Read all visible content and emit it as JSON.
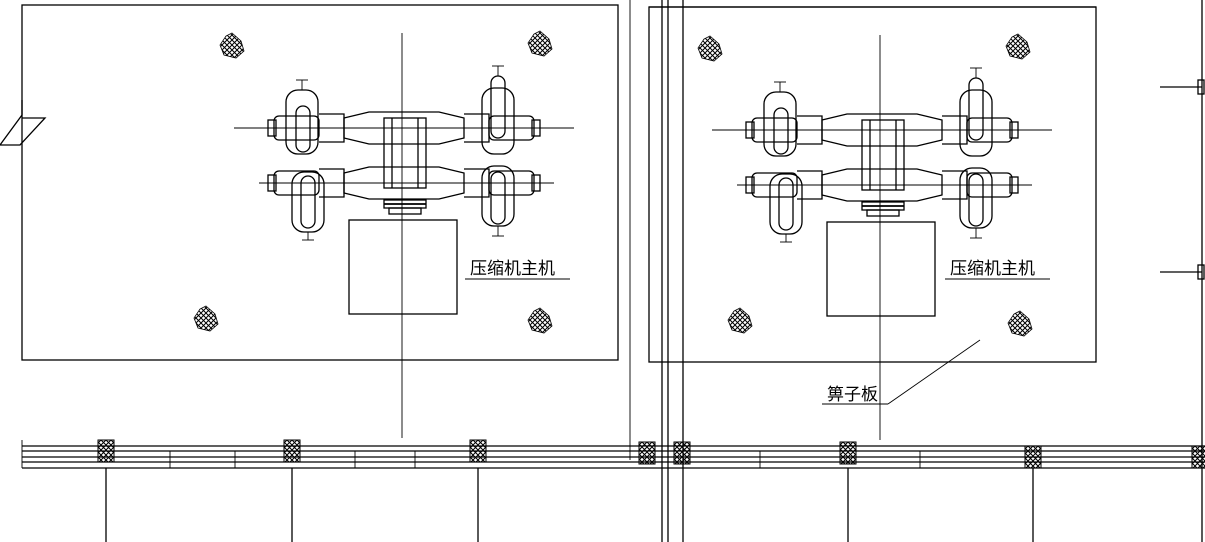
{
  "labels": {
    "compressor_main_left": "压缩机主机",
    "compressor_main_right": "压缩机主机",
    "grate_plate": "箅子板"
  },
  "colors": {
    "ink": "#000000",
    "paper": "#ffffff"
  }
}
